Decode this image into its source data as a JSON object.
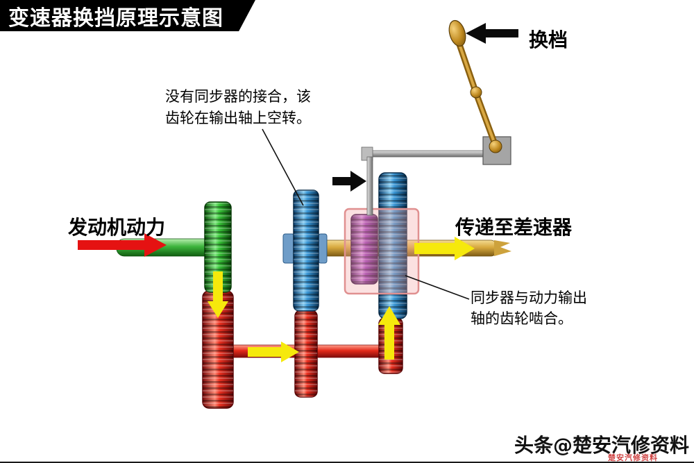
{
  "title": "变速器换挡原理示意图",
  "shift_label": "换档",
  "engine_power_label": "发动机动力",
  "to_differential_label": "传递至差速器",
  "annotation_idle": {
    "line1": "没有同步器的接合，该",
    "line2": "齿轮在输出轴上空转。"
  },
  "annotation_sync": {
    "line1": "同步器与动力输出",
    "line2": "轴的齿轮啮合。"
  },
  "watermark": "头条@楚安汽修资料",
  "watermark_stamp": "楚安汽修资料",
  "colors": {
    "banner_bg": "#000000",
    "banner_text": "#ffffff",
    "engine_arrow": "#e51212",
    "power_flow_arrow": "#f6e90c",
    "shift_arrow": "#0a0a0a",
    "gear_green": "#2eb82e",
    "gear_red": "#e32020",
    "gear_blue": "#2e8fd4",
    "gear_purple": "#9a3cba",
    "output_shaft_gold": "#d8a93e",
    "sync_highlight": "#f4aaaa",
    "linkage_gray": "#a8a8a8",
    "lever_gold": "#c08a20"
  },
  "arrows": {
    "shift_knob": "black-arrow-left",
    "fork_push": "black-arrow-right",
    "engine_input": "red-arrow-right",
    "gear_mesh_down": "yellow-arrow-down",
    "countershaft_flow": "yellow-arrow-right",
    "engaged_gear_up": "yellow-arrow-up",
    "output_flow": "yellow-arrow-right"
  }
}
